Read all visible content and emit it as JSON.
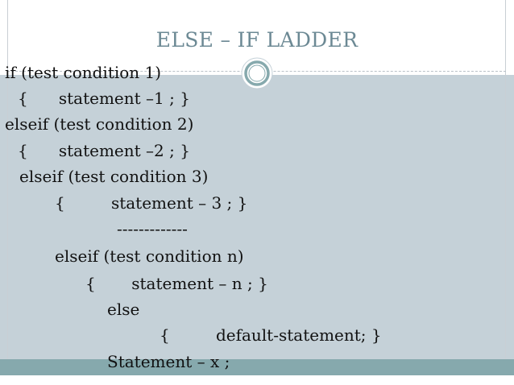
{
  "slide": {
    "title": "ELSE – IF LADDER",
    "lines": [
      "if (test condition 1)",
      "{      statement –1 ; }",
      "elseif (test condition 2)",
      "{      statement –2 ; }",
      "elseif (test condition 3)",
      "{         statement – 3 ; }",
      "-------------",
      "elseif (test condition n)",
      "{       statement – n ; }",
      "else",
      "{         default-statement; }",
      "Statement – x ;"
    ]
  },
  "colors": {
    "title": "#6c8994",
    "panel": "#c5d1d8",
    "bottom_bar": "#86a9ad",
    "ornament_outer": "#ffffff",
    "ornament_inner": "#86a9ad"
  },
  "icons": {
    "ornament": "ring-ornament-icon"
  }
}
